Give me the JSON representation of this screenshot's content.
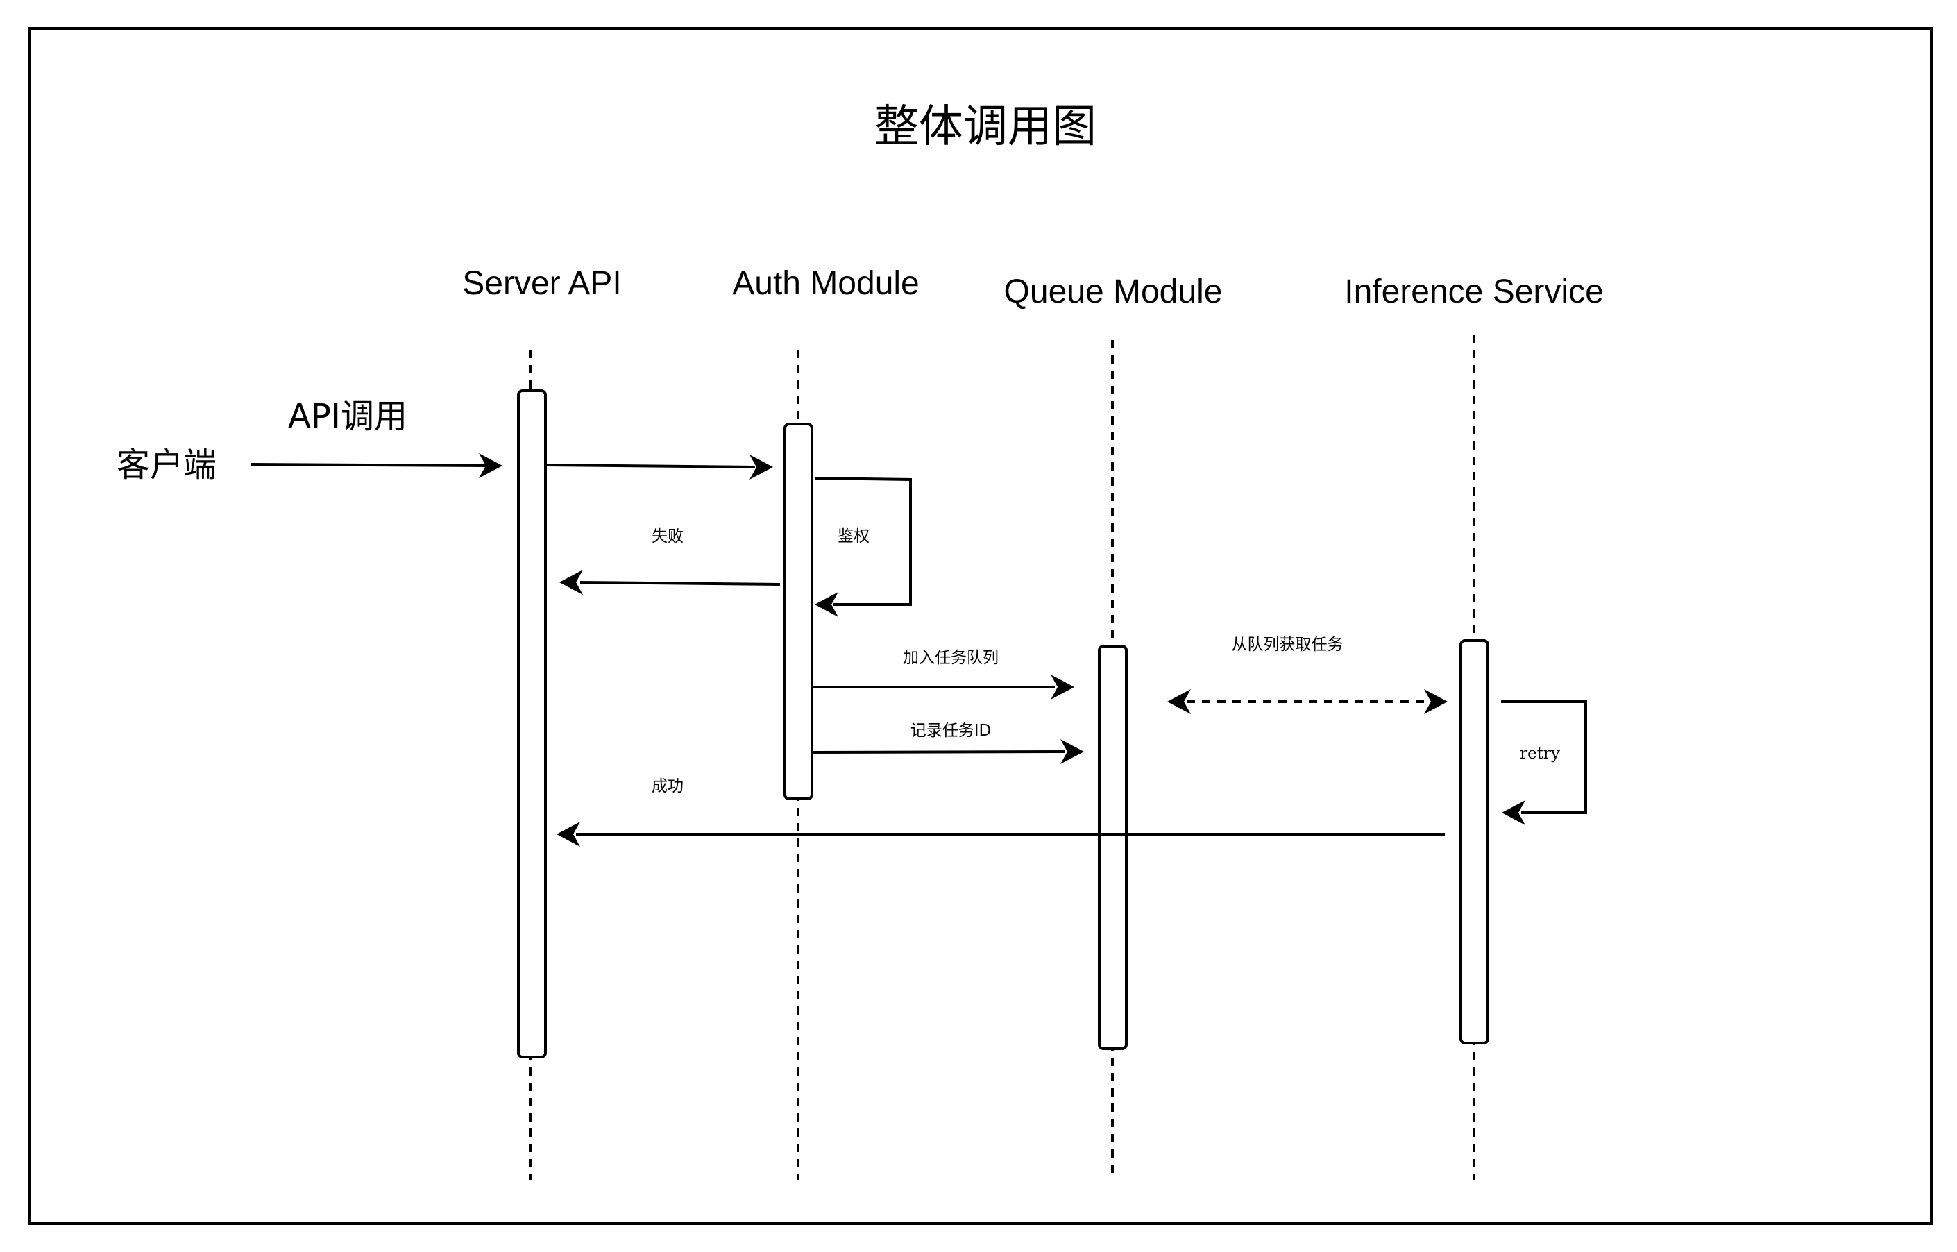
{
  "diagram": {
    "title": "整体调用图",
    "client": "客户端",
    "client_call_label": "API调用",
    "actors": [
      {
        "id": "server",
        "label": "Server API"
      },
      {
        "id": "auth",
        "label": "Auth Module"
      },
      {
        "id": "queue",
        "label": "Queue Module"
      },
      {
        "id": "inference",
        "label": "Inference Service"
      }
    ],
    "messages": {
      "auth_check": "鉴权",
      "fail": "失败",
      "enqueue": "加入任务队列",
      "record_id": "记录任务ID",
      "fetch_task": "从队列获取任务",
      "retry": "retry",
      "success": "成功"
    }
  }
}
